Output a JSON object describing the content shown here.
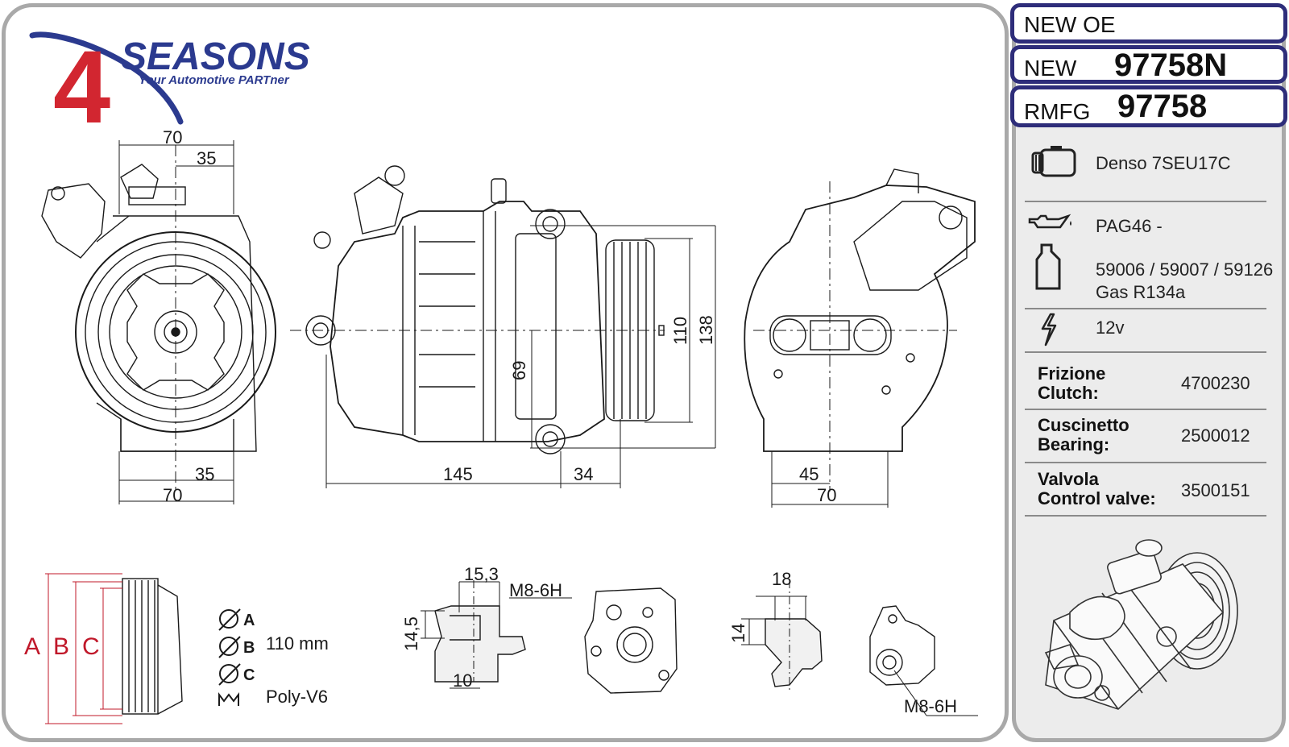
{
  "brand": {
    "logo_digit": "4",
    "logo_name": "SEASONS",
    "tagline": "Your Automotive PARTner"
  },
  "header": {
    "new_oe": "NEW OE",
    "new_label": "NEW",
    "new_number": "97758N",
    "rmfg_label": "RMFG",
    "rmfg_number": "97758"
  },
  "specs": {
    "compressor_model": "Denso 7SEU17C",
    "oil": "PAG46 -",
    "oil_refs": "59006 / 59007 / 59126",
    "gas": "Gas R134a",
    "voltage": "12v",
    "clutch_key_1": "Frizione",
    "clutch_key_2": "Clutch:",
    "clutch_value": "4700230",
    "bearing_key_1": "Cuscinetto",
    "bearing_key_2": "Bearing:",
    "bearing_value": "2500012",
    "valve_key_1": "Valvola",
    "valve_key_2": "Control valve:",
    "valve_value": "3500151"
  },
  "dimensions": {
    "front_top_width": "70",
    "front_top_half": "35",
    "front_bottom_half": "35",
    "front_bottom_width": "70",
    "side_body_length": "145",
    "side_pulley_length": "34",
    "side_center_height": "69",
    "side_pulley_dia": "110",
    "side_total_height": "138",
    "rear_offset": "45",
    "rear_width": "70"
  },
  "pulley": {
    "label_a": "A",
    "label_b": "B",
    "label_c": "C",
    "dia_a": "A",
    "dia_b": "B",
    "dia_c": "C",
    "diameter": "110 mm",
    "belt_type": "Poly-V6"
  },
  "ports": {
    "p1_width": "15,3",
    "p1_thread": "M8-6H",
    "p1_height": "14,5",
    "p1_depth": "10",
    "p2_width": "18",
    "p2_height": "14",
    "p2_thread": "M8-6H"
  },
  "colors": {
    "brand_red": "#d22630",
    "brand_blue": "#2b3a8f",
    "header_border": "#2e2d7a",
    "panel_border": "#a9a9a9"
  },
  "icons": [
    "compressor-icon",
    "oil-can-icon",
    "oil-bottle-icon",
    "lightning-icon",
    "diameter-icon",
    "belt-icon"
  ]
}
